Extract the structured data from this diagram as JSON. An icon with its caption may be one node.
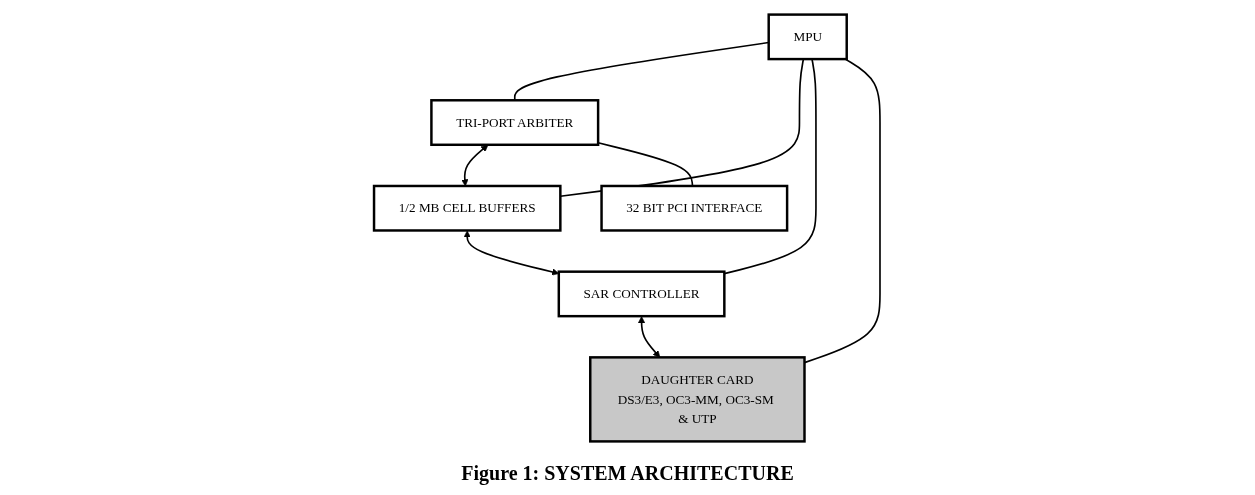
{
  "diagram": {
    "caption": "Figure 1: SYSTEM ARCHITECTURE",
    "nodes": [
      {
        "text": [
          "MPU"
        ]
      },
      {
        "text": [
          "TRI-PORT ARBITER"
        ]
      },
      {
        "text": [
          "1/2 MB CELL BUFFERS"
        ]
      },
      {
        "text": [
          "SAR CONTROLLER"
        ]
      },
      {
        "text": [
          "DAUGHTER CARD",
          "DS3/E3, OC3-MM, OC3-SM & UTP"
        ]
      },
      {
        "text": [
          "32 BIT PCI INTERFACE"
        ]
      }
    ],
    "edges": [
      {
        "from": 0,
        "to": 1,
        "arrow": "none"
      },
      {
        "from": 0,
        "to": 2,
        "arrow": "none"
      },
      {
        "from": 0,
        "to": 3,
        "arrow": "none"
      },
      {
        "from": 0,
        "to": 4,
        "arrow": "none"
      },
      {
        "from": 1,
        "to": 2,
        "arrow": "both"
      },
      {
        "from": 2,
        "to": 3,
        "arrow": "both"
      },
      {
        "from": 3,
        "to": 4,
        "arrow": "both"
      },
      {
        "from": 1,
        "to": 5,
        "arrow": "none"
      }
    ]
  }
}
